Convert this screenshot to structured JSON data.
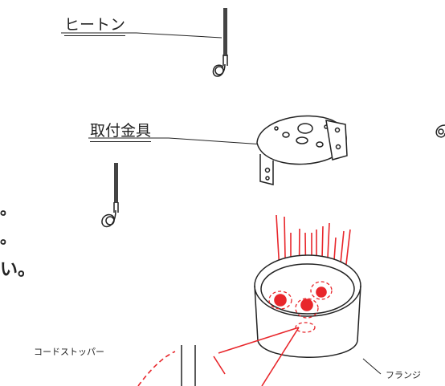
{
  "labels": {
    "heaton": "ヒートン",
    "bracket": "取付金具",
    "cord_stopper": "コードストッパー",
    "flange": "フランジ"
  },
  "edge_text": {
    "line1": "。",
    "line2": "。",
    "line3": "い。"
  },
  "colors": {
    "ink": "#222222",
    "highlight": "#e8262b"
  }
}
